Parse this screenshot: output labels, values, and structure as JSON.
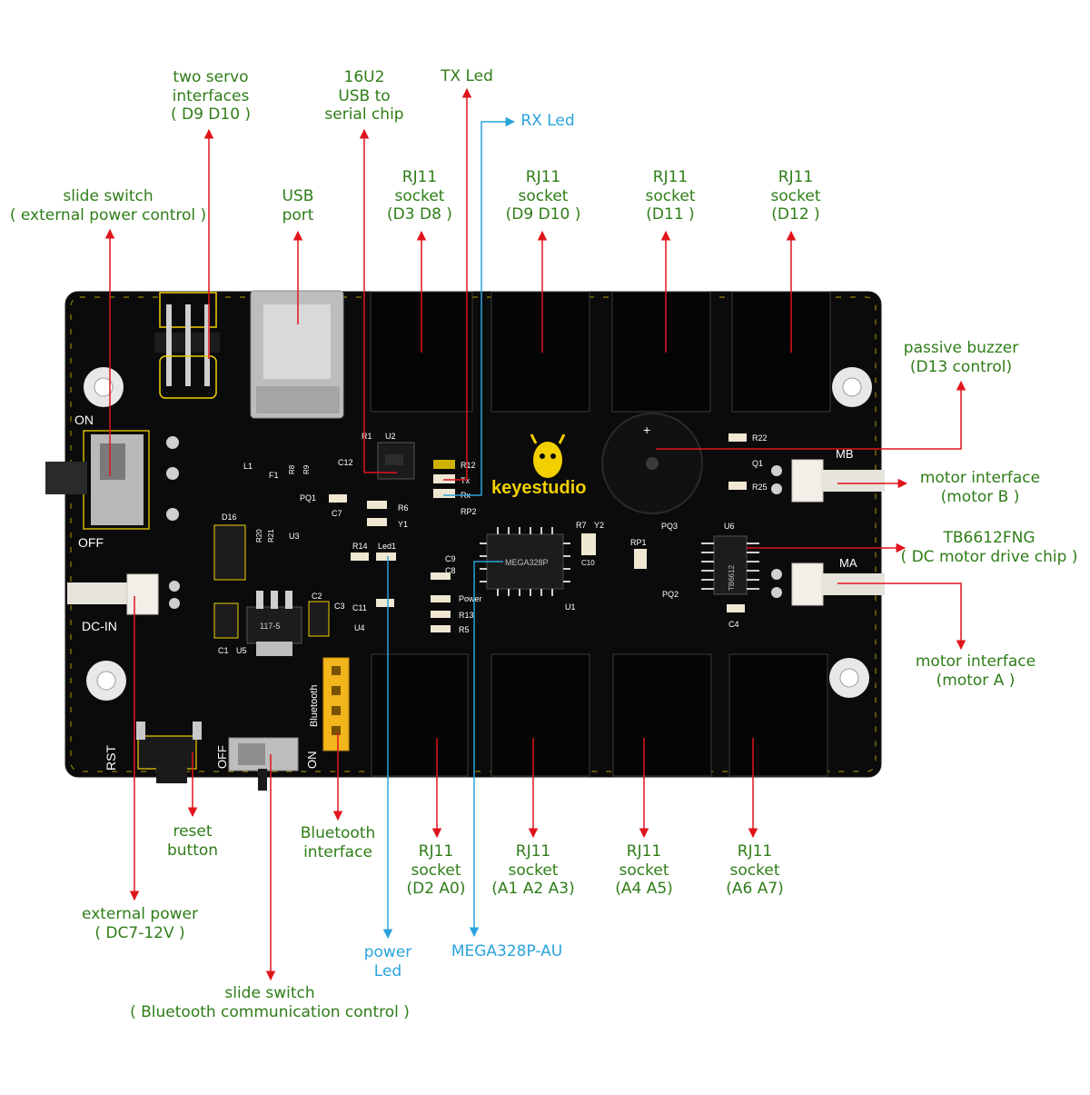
{
  "board": {
    "brand": "keyestudio",
    "silkscreen": {
      "on_power": "ON",
      "off_power": "OFF",
      "dc_in": "DC-IN",
      "rst": "RST",
      "bt_off": "OFF",
      "bt_on": "ON",
      "bluetooth": "Bluetooth",
      "mb": "MB",
      "ma": "MA",
      "tx": "Tx",
      "rx": "Rx",
      "power": "Power",
      "led1": "Led1",
      "u1": "U1",
      "u2": "U2",
      "u3": "U3",
      "u4": "U4",
      "u5": "U5",
      "u6": "U6",
      "r1": "R1",
      "r6": "R6",
      "r12": "R12",
      "r13": "R13",
      "r5": "R5",
      "r14": "R14",
      "r7": "R7",
      "r22": "R22",
      "r25": "R25",
      "r20": "R20",
      "r21": "R21",
      "r8": "R8",
      "r9": "R9",
      "c1": "C1",
      "c2": "C2",
      "c3": "C3",
      "c4": "C4",
      "c7": "C7",
      "c8": "C8",
      "c9": "C9",
      "c10": "C10",
      "c11": "C11",
      "c12": "C12",
      "d16": "D16",
      "f1": "F1",
      "l1": "L1",
      "y1": "Y1",
      "y2": "Y2",
      "q1": "Q1",
      "pq1": "PQ1",
      "pq2": "PQ2",
      "pq3": "PQ3",
      "rp1": "RP1",
      "rp2": "RP2",
      "chip_atmega": "MEGA328P",
      "chip_driver": "TB6612",
      "reg_text": "117-5"
    },
    "colors": {
      "pcb": "#0b0b0b",
      "silk_yellow": "#f2d000",
      "annotation_green": "#2f7d18",
      "annotation_blue": "#2aa3dc",
      "arrow_red": "#e0141b",
      "arrow_blue": "#2aa3dc"
    }
  },
  "annotations": [
    {
      "id": "servo",
      "color": "green",
      "lines": [
        "two servo",
        "interfaces",
        "( D9 D10 )"
      ]
    },
    {
      "id": "usbchip",
      "color": "green",
      "lines": [
        "16U2",
        "USB to",
        "serial chip"
      ]
    },
    {
      "id": "txled",
      "color": "green",
      "lines": [
        "TX Led"
      ]
    },
    {
      "id": "rxled",
      "color": "blue",
      "lines": [
        "RX Led"
      ]
    },
    {
      "id": "slidepwr",
      "color": "green",
      "lines": [
        "slide switch",
        "( external power control )"
      ]
    },
    {
      "id": "usbport",
      "color": "green",
      "lines": [
        "USB",
        "port"
      ]
    },
    {
      "id": "rj_d3d8",
      "color": "green",
      "lines": [
        "RJ11",
        "socket",
        "(D3 D8 )"
      ]
    },
    {
      "id": "rj_d9d10",
      "color": "green",
      "lines": [
        "RJ11",
        "socket",
        "(D9 D10 )"
      ]
    },
    {
      "id": "rj_d11",
      "color": "green",
      "lines": [
        "RJ11",
        "socket",
        "(D11 )"
      ]
    },
    {
      "id": "rj_d12",
      "color": "green",
      "lines": [
        "RJ11",
        "socket",
        "(D12 )"
      ]
    },
    {
      "id": "buzzer",
      "color": "green",
      "lines": [
        "passive buzzer",
        "(D13 control)"
      ]
    },
    {
      "id": "motorb",
      "color": "green",
      "lines": [
        "motor interface",
        "(motor B )"
      ]
    },
    {
      "id": "tb6612",
      "color": "green",
      "lines": [
        "TB6612FNG",
        "( DC motor drive chip )"
      ]
    },
    {
      "id": "motora",
      "color": "green",
      "lines": [
        "motor interface",
        "(motor A )"
      ]
    },
    {
      "id": "reset",
      "color": "green",
      "lines": [
        "reset",
        "button"
      ]
    },
    {
      "id": "bt",
      "color": "green",
      "lines": [
        "Bluetooth",
        "interface"
      ]
    },
    {
      "id": "rj_d2a0",
      "color": "green",
      "lines": [
        "RJ11",
        "socket",
        "(D2 A0)"
      ]
    },
    {
      "id": "rj_a1a3",
      "color": "green",
      "lines": [
        "RJ11",
        "socket",
        "(A1 A2 A3)"
      ]
    },
    {
      "id": "rj_a4a5",
      "color": "green",
      "lines": [
        "RJ11",
        "socket",
        "(A4 A5)"
      ]
    },
    {
      "id": "rj_a6a7",
      "color": "green",
      "lines": [
        "RJ11",
        "socket",
        "(A6 A7)"
      ]
    },
    {
      "id": "extpwr",
      "color": "green",
      "lines": [
        "external power",
        "( DC7-12V )"
      ]
    },
    {
      "id": "pwrled",
      "color": "blue",
      "lines": [
        "power",
        "Led"
      ]
    },
    {
      "id": "mega",
      "color": "blue",
      "lines": [
        "MEGA328P-AU"
      ]
    },
    {
      "id": "slidebt",
      "color": "green",
      "lines": [
        "slide switch",
        "( Bluetooth communication control )"
      ]
    }
  ]
}
